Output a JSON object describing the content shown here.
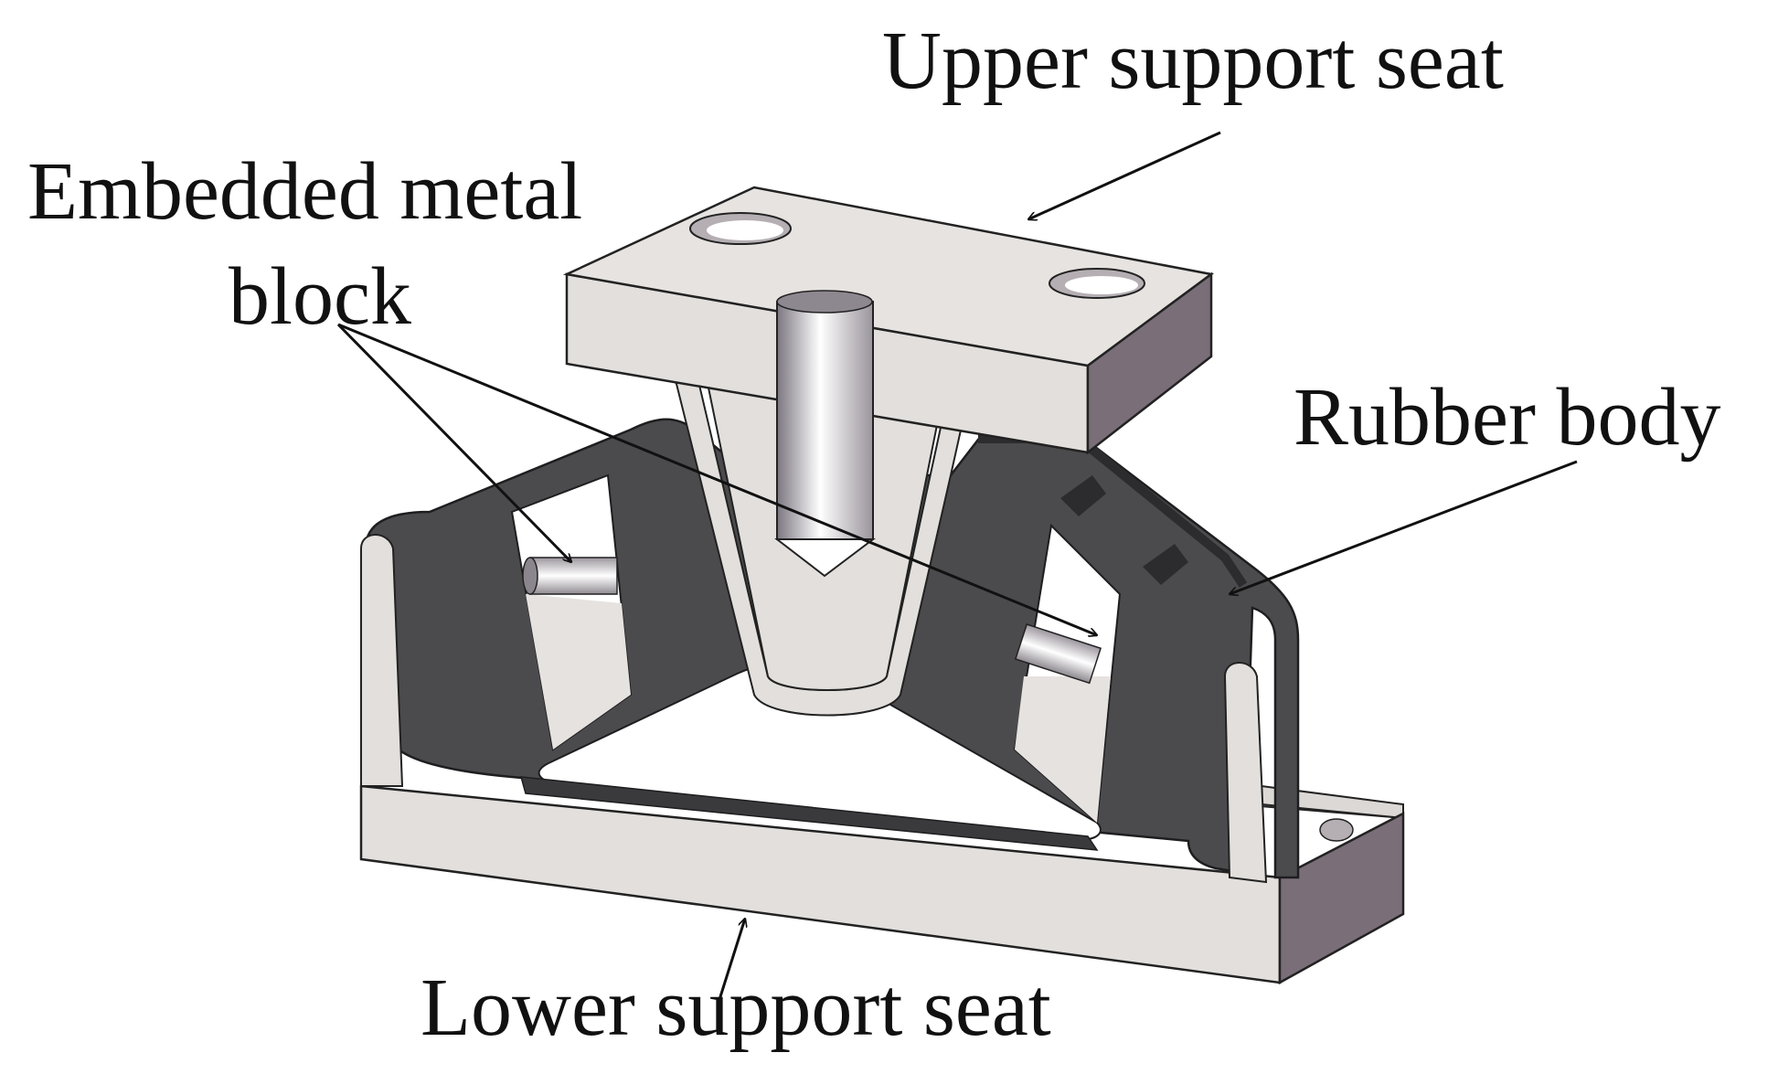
{
  "labels": {
    "upper_support_seat": "Upper support seat",
    "embedded_metal_block_line1": "Embedded metal",
    "embedded_metal_block_line2": "block",
    "rubber_body": "Rubber body",
    "lower_support_seat": "Lower support seat"
  },
  "colors": {
    "metal_face": "#e2dfdc",
    "metal_side": "#7a6e78",
    "metal_hole": "#b5afb3",
    "rubber": "#4b4b4d",
    "rubber_dark": "#2c2c2e",
    "cavity": "#ffffff",
    "line": "#111111",
    "text": "#111111"
  }
}
